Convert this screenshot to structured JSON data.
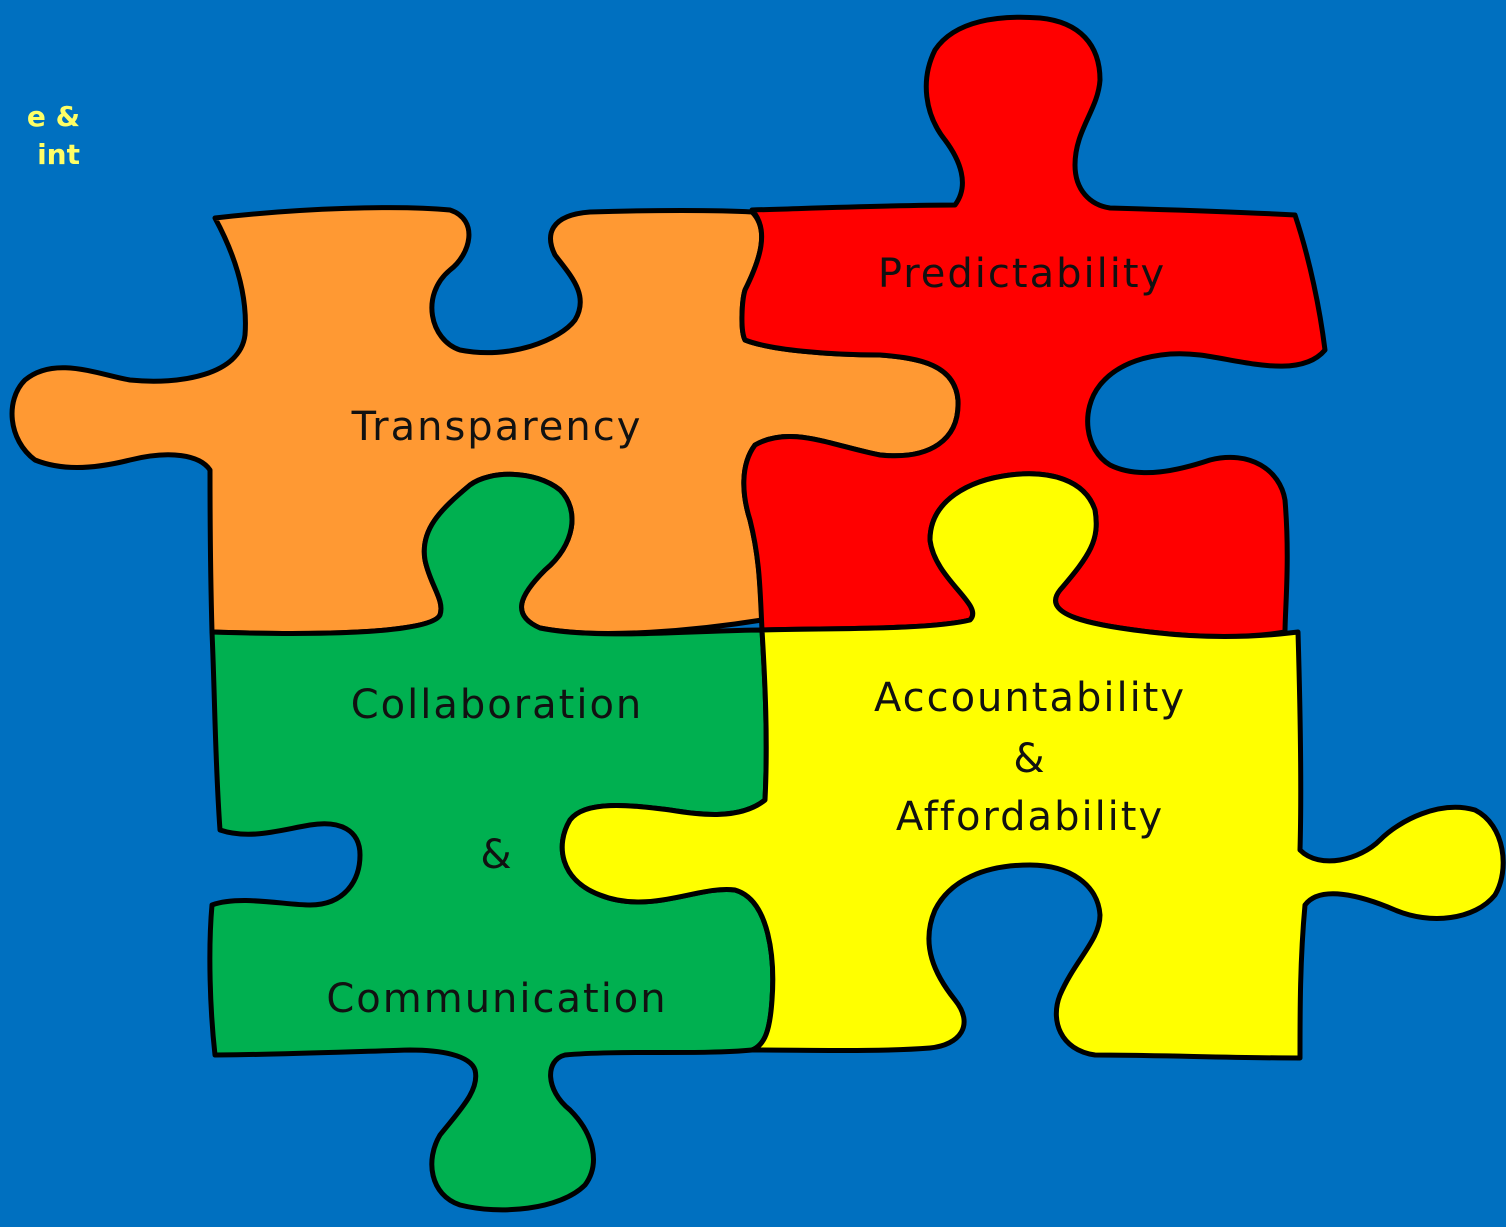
{
  "background_color": "#0070c0",
  "corner_text": {
    "line1": "e &",
    "line2": "int",
    "color": "#ffff66"
  },
  "pieces": {
    "transparency": {
      "label": "Transparency",
      "color": "#ff9933"
    },
    "predictability": {
      "label": "Predictability",
      "color": "#ff0000"
    },
    "collaboration": {
      "line1": "Collaboration",
      "line2": "&",
      "line3": "Communication",
      "color": "#00b050"
    },
    "accountability": {
      "line1": "Accountability",
      "line2": "&",
      "line3": "Affordability",
      "color": "#ffff00"
    }
  },
  "outline_color": "#000000"
}
